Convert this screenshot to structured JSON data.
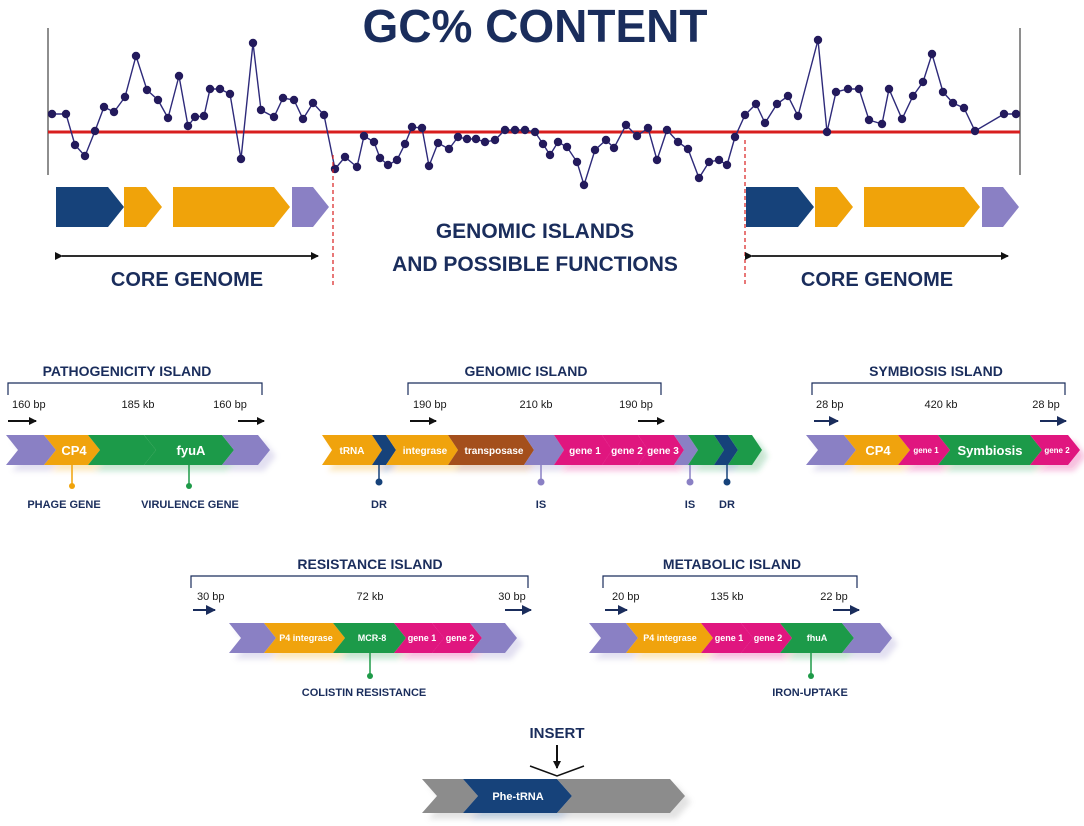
{
  "title": "GC% CONTENT",
  "top": {
    "core_left_label": "CORE GENOME",
    "core_right_label": "CORE GENOME",
    "center_label_line1": "GENOMIC ISLANDS",
    "center_label_line2": "AND POSSIBLE FUNCTIONS"
  },
  "islands": {
    "pathogenicity": {
      "title": "PATHOGENICITY ISLAND",
      "bp_left": "160 bp",
      "size": "185 kb",
      "bp_right": "160 bp",
      "genes": [
        "CP4",
        "fyuA"
      ],
      "annotations": [
        "PHAGE GENE",
        "VIRULENCE GENE"
      ]
    },
    "genomic": {
      "title": "GENOMIC ISLAND",
      "bp_left": "190 bp",
      "size": "210  kb",
      "bp_right": "190 bp",
      "genes": [
        "tRNA",
        "integrase",
        "transposase",
        "gene 1",
        "gene 2",
        "gene 3"
      ],
      "annotations": [
        "DR",
        "IS",
        "IS",
        "DR"
      ]
    },
    "symbiosis": {
      "title": "SYMBIOSIS ISLAND",
      "bp_left": "28 bp",
      "size": "420  kb",
      "bp_right": "28 bp",
      "genes": [
        "CP4",
        "gene 1",
        "Symbiosis",
        "gene 2"
      ]
    },
    "resistance": {
      "title": "RESISTANCE ISLAND",
      "bp_left": "30 bp",
      "size": "72 kb",
      "bp_right": "30 bp",
      "genes": [
        "P4 integrase",
        "MCR-8",
        "gene 1",
        "gene 2"
      ],
      "annotations": [
        "COLISTIN RESISTANCE"
      ]
    },
    "metabolic": {
      "title": "METABOLIC ISLAND",
      "bp_left": "20 bp",
      "size": "135 kb",
      "bp_right": "22 bp",
      "genes": [
        "P4 integrase",
        "gene 1",
        "gene 2",
        "fhuA"
      ],
      "annotations": [
        "IRON-UPTAKE"
      ]
    }
  },
  "insert": {
    "label": "INSERT",
    "gene": "Phe-tRNA"
  },
  "colors": {
    "navy": "#16427a",
    "orange": "#f0a30a",
    "green": "#1e9a48",
    "purple": "#8a80c4",
    "magenta": "#e0127f",
    "brown": "#a4501e",
    "gray": "#8c8c8c",
    "red": "#d81e1e",
    "dot": "#231a5c"
  }
}
